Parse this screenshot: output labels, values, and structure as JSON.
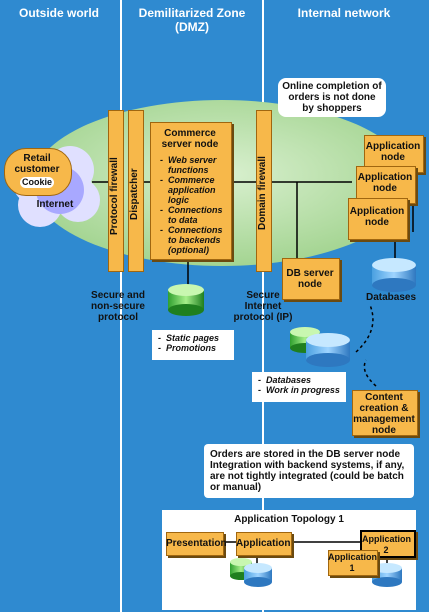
{
  "zones": {
    "outside": "Outside world",
    "dmz": "Demilitarized Zone",
    "dmz_abbr": "(DMZ)",
    "internal": "Internal network"
  },
  "customer": {
    "label": "Retail customer",
    "cookie": "Cookie",
    "internet": "Internet"
  },
  "firewalls": {
    "protocol": "Protocol firewall",
    "dispatcher": "Dispatcher",
    "domain": "Domain firewall"
  },
  "commerce": {
    "title": "Commerce server node",
    "functions": [
      "Web server functions",
      "Commerce application logic",
      "Connections to data",
      "Connections to backends (optional)"
    ]
  },
  "db_server": "DB server node",
  "app_nodes": [
    "Application node",
    "Application node",
    "Application node"
  ],
  "databases_label": "Databases",
  "notes": {
    "online": "Online completion of orders is not done by shoppers",
    "orders": "Orders are stored in the DB server node\nIntegration with backend systems, if any, are not tightly integrated (could be batch or manual)"
  },
  "protocols": {
    "secure_nonsecure": "Secure and non-secure protocol",
    "secure_internet": "Secure Internet protocol (IP)"
  },
  "static_box": [
    "Static pages",
    "Promotions"
  ],
  "db_box": [
    "Databases",
    "Work in progress"
  ],
  "content_node": "Content creation & management node",
  "topology": {
    "title": "Application Topology 1",
    "presentation": "Presentation",
    "application": "Application",
    "application2": "Application 2",
    "application1": "Application 1"
  }
}
